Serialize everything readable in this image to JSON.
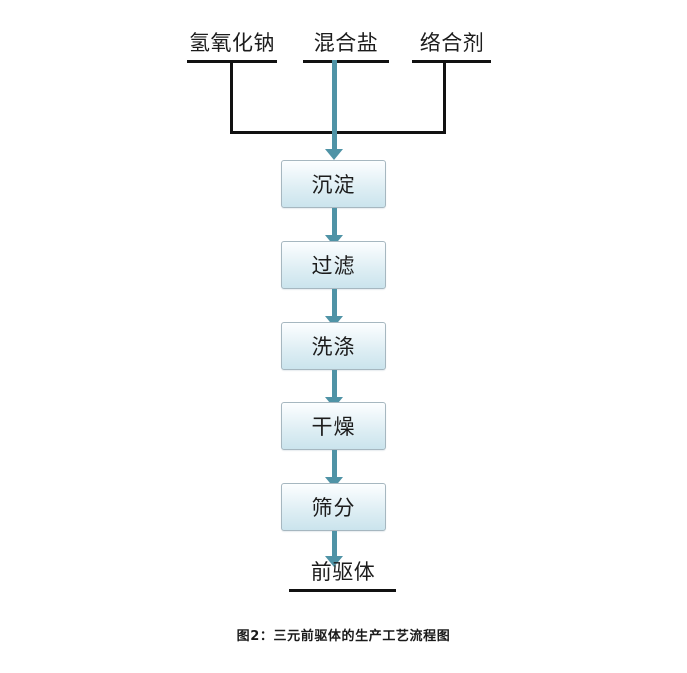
{
  "figure": {
    "caption": "图2：三元前驱体的生产工艺流程图",
    "colors": {
      "arrow": "#4f93a6",
      "box_border": "#a6b7c0",
      "box_fill_top": "#fcfeff",
      "box_fill_bottom": "#cbe4ed",
      "rule": "#111111",
      "background": "#ffffff",
      "text": "#1c1c1c"
    }
  },
  "inputs": [
    {
      "id": "naoh",
      "label": "氢氧化钠"
    },
    {
      "id": "salt",
      "label": "混合盐"
    },
    {
      "id": "agent",
      "label": "络合剂"
    }
  ],
  "process_steps": [
    {
      "id": "step-1",
      "label": "沉淀"
    },
    {
      "id": "step-2",
      "label": "过滤"
    },
    {
      "id": "step-3",
      "label": "洗涤"
    },
    {
      "id": "step-4",
      "label": "干燥"
    },
    {
      "id": "step-5",
      "label": "筛分"
    }
  ],
  "output": {
    "label": "前驱体"
  },
  "flow": {
    "feed_arrow": "氢氧化钠 + 混合盐 + 络合剂 → 沉淀",
    "sequence": [
      "沉淀",
      "过滤",
      "洗涤",
      "干燥",
      "筛分",
      "前驱体"
    ]
  }
}
